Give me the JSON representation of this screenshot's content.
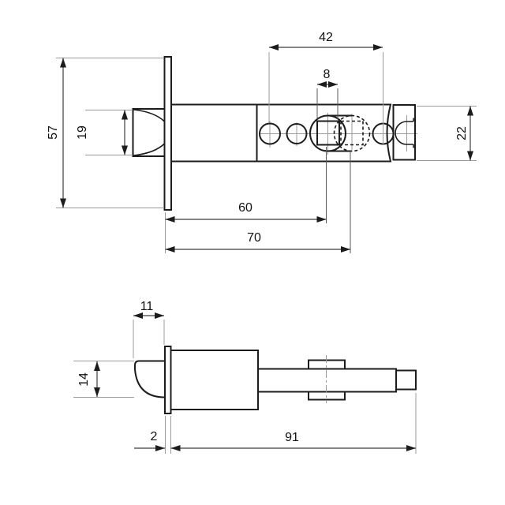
{
  "drawing": {
    "kind": "technical-drawing",
    "colors": {
      "background": "#ffffff",
      "outline": "#1c1c1c",
      "dimension_line": "#3c3c3c",
      "extension_line": "#9b9b9b",
      "label_text": "#111111"
    },
    "views": {
      "top": {
        "dims": {
          "d42": "42",
          "d8": "8",
          "d57": "57",
          "d19": "19",
          "d22": "22",
          "d60": "60",
          "d70": "70"
        }
      },
      "side": {
        "dims": {
          "d11": "11",
          "d14": "14",
          "d2": "2",
          "d91": "91"
        }
      }
    }
  }
}
